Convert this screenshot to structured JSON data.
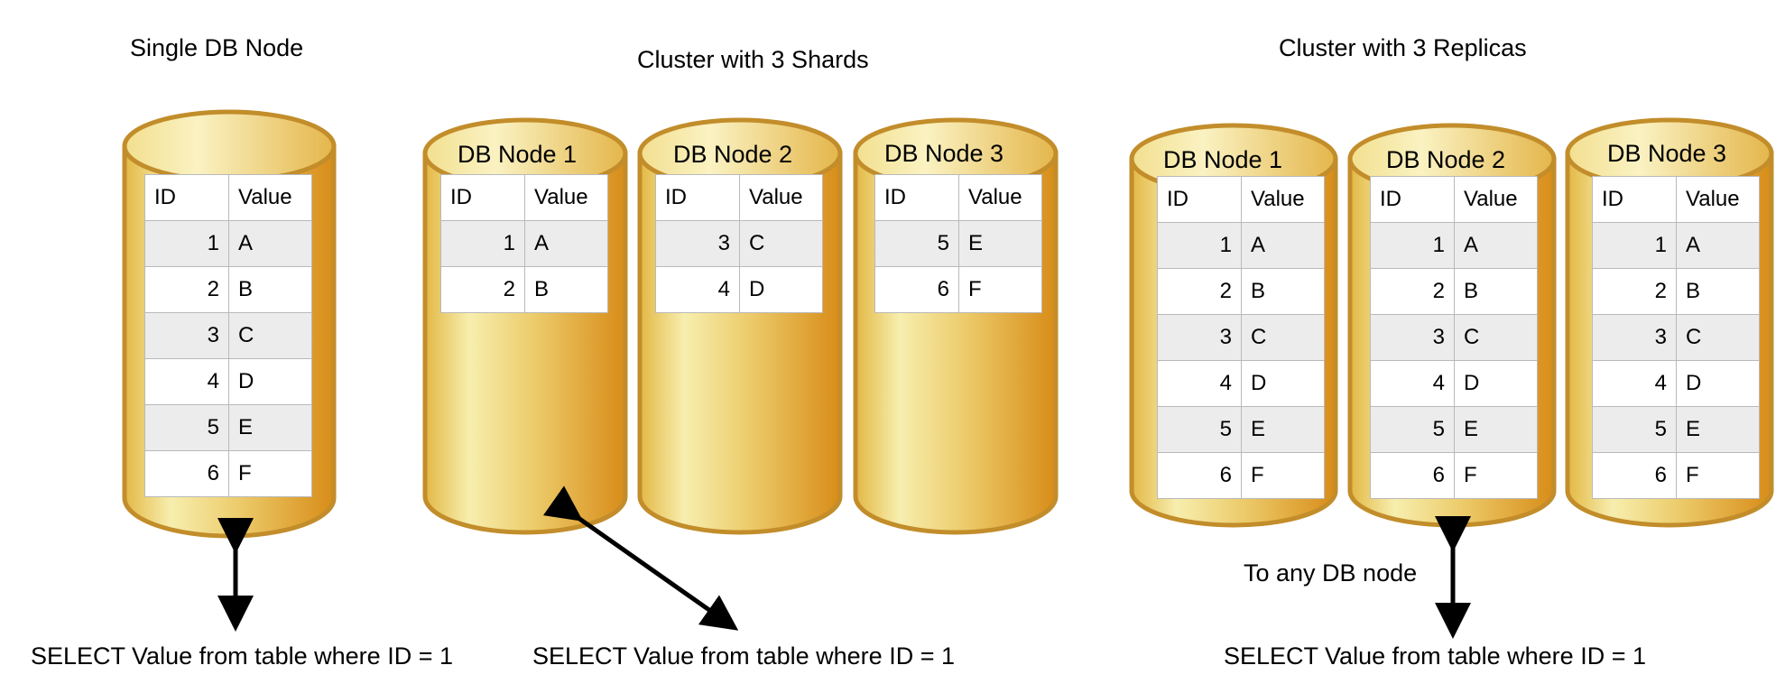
{
  "sections": {
    "single": {
      "caption": "Single DB Node",
      "query": "SELECT Value from table where ID = 1",
      "table": {
        "header": [
          "ID",
          "Value"
        ],
        "rows": [
          [
            "1",
            "A"
          ],
          [
            "2",
            "B"
          ],
          [
            "3",
            "C"
          ],
          [
            "4",
            "D"
          ],
          [
            "5",
            "E"
          ],
          [
            "6",
            "F"
          ]
        ]
      }
    },
    "shards": {
      "caption": "Cluster with 3 Shards",
      "query": "SELECT Value from table where ID = 1",
      "nodes": [
        {
          "title": "DB Node 1",
          "header": [
            "ID",
            "Value"
          ],
          "rows": [
            [
              "1",
              "A"
            ],
            [
              "2",
              "B"
            ]
          ]
        },
        {
          "title": "DB Node 2",
          "header": [
            "ID",
            "Value"
          ],
          "rows": [
            [
              "3",
              "C"
            ],
            [
              "4",
              "D"
            ]
          ]
        },
        {
          "title": "DB Node 3",
          "header": [
            "ID",
            "Value"
          ],
          "rows": [
            [
              "5",
              "E"
            ],
            [
              "6",
              "F"
            ]
          ]
        }
      ]
    },
    "replicas": {
      "caption": "Cluster with 3 Replicas",
      "query": "SELECT Value from table where ID = 1",
      "arrow_label": "To any DB node",
      "nodes": [
        {
          "title": "DB Node 1",
          "header": [
            "ID",
            "Value"
          ],
          "rows": [
            [
              "1",
              "A"
            ],
            [
              "2",
              "B"
            ],
            [
              "3",
              "C"
            ],
            [
              "4",
              "D"
            ],
            [
              "5",
              "E"
            ],
            [
              "6",
              "F"
            ]
          ]
        },
        {
          "title": "DB Node 2",
          "header": [
            "ID",
            "Value"
          ],
          "rows": [
            [
              "1",
              "A"
            ],
            [
              "2",
              "B"
            ],
            [
              "3",
              "C"
            ],
            [
              "4",
              "D"
            ],
            [
              "5",
              "E"
            ],
            [
              "6",
              "F"
            ]
          ]
        },
        {
          "title": "DB Node 3",
          "header": [
            "ID",
            "Value"
          ],
          "rows": [
            [
              "1",
              "A"
            ],
            [
              "2",
              "B"
            ],
            [
              "3",
              "C"
            ],
            [
              "4",
              "D"
            ],
            [
              "5",
              "E"
            ],
            [
              "6",
              "F"
            ]
          ]
        }
      ]
    }
  },
  "colors": {
    "cylinder_light": "#f8efb0",
    "cylinder_dark": "#d9921f",
    "cylinder_rim": "#c4902a",
    "row_alt": "#ececec",
    "arrow": "#000000"
  }
}
